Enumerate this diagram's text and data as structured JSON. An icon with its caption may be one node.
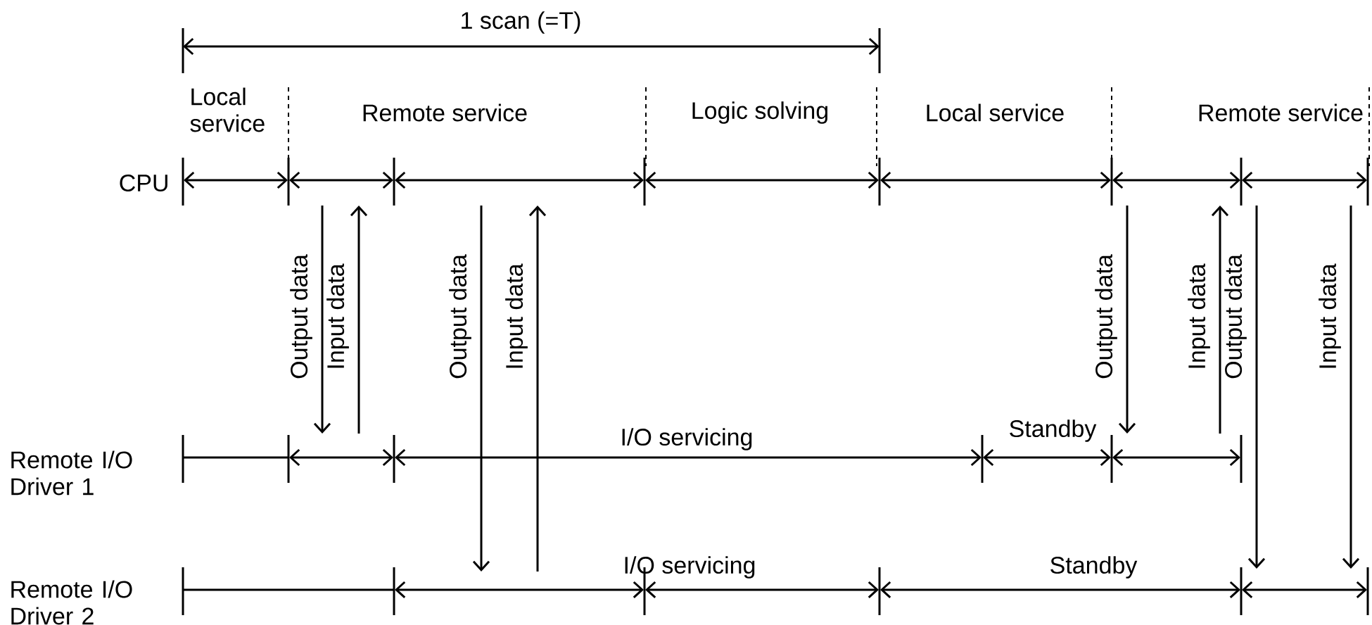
{
  "diagram": {
    "labels": [
      "1 scan (=T)",
      "Local service",
      "Remote service",
      "Logic solving",
      "Local service",
      "Remote service",
      "CPU",
      "Output data",
      "Input data",
      "Output data",
      "Input data",
      "Output data",
      "Input data",
      "Output data",
      "Input data",
      "Remote I/O Driver 1",
      "I/O servicing",
      "Standby",
      "Remote I/O Driver 2",
      "I/O servicing",
      "Standby"
    ]
  }
}
